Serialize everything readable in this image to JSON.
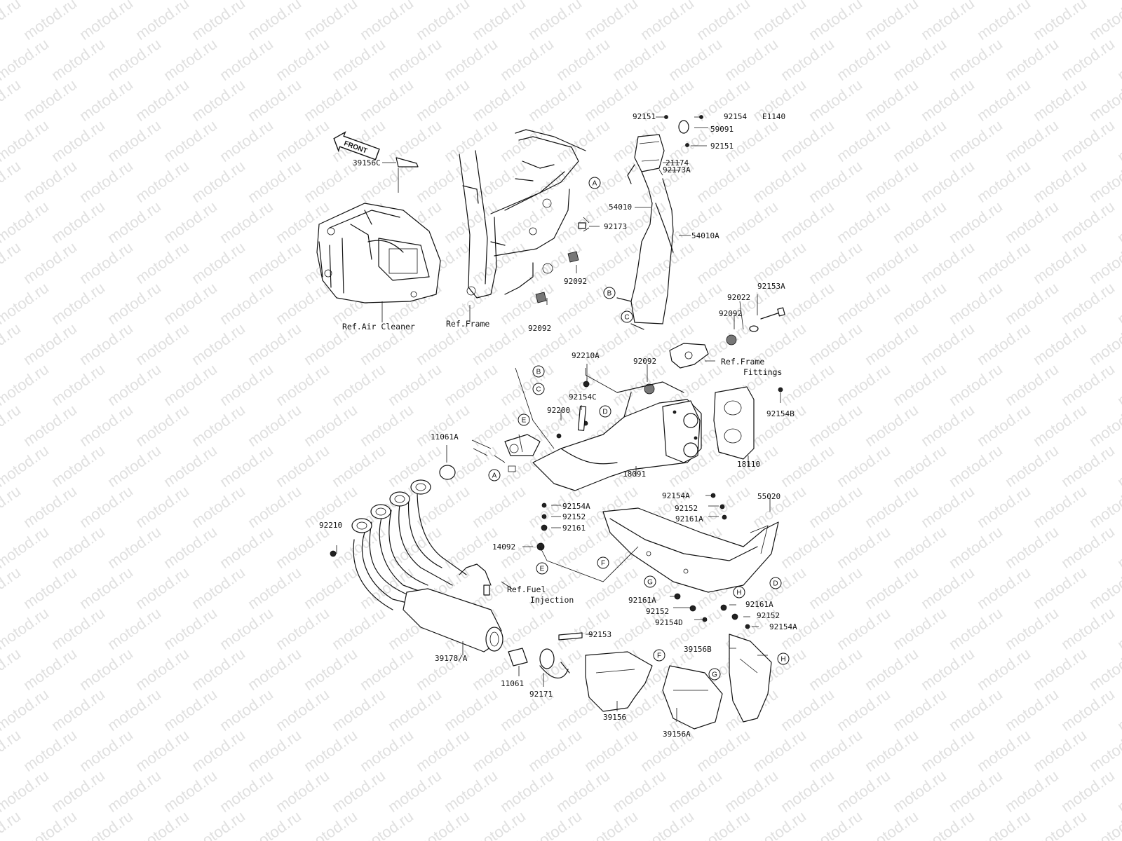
{
  "diagram": {
    "code": "E1140",
    "front_label": "FRONT",
    "watermark": "motod.ru",
    "part_labels": [
      {
        "id": "p92151a",
        "text": "92151"
      },
      {
        "id": "p92154",
        "text": "92154"
      },
      {
        "id": "p59091",
        "text": "59091"
      },
      {
        "id": "p92151b",
        "text": "92151"
      },
      {
        "id": "p21174",
        "text": "21174"
      },
      {
        "id": "p92173A",
        "text": "92173A"
      },
      {
        "id": "p54010",
        "text": "54010"
      },
      {
        "id": "p54010A",
        "text": "54010A"
      },
      {
        "id": "p39156C",
        "text": "39156C"
      },
      {
        "id": "p92173",
        "text": "92173"
      },
      {
        "id": "p92092a",
        "text": "92092"
      },
      {
        "id": "p92092b",
        "text": "92092"
      },
      {
        "id": "p92153A",
        "text": "92153A"
      },
      {
        "id": "p92022",
        "text": "92022"
      },
      {
        "id": "p92092c",
        "text": "92092"
      },
      {
        "id": "p92210A",
        "text": "92210A"
      },
      {
        "id": "p92092d",
        "text": "92092"
      },
      {
        "id": "p92154C",
        "text": "92154C"
      },
      {
        "id": "p92200",
        "text": "92200"
      },
      {
        "id": "p92154B",
        "text": "92154B"
      },
      {
        "id": "p11061A",
        "text": "11061A"
      },
      {
        "id": "p18110",
        "text": "18110"
      },
      {
        "id": "p18091",
        "text": "18091"
      },
      {
        "id": "p92154Aa",
        "text": "92154A"
      },
      {
        "id": "p55020",
        "text": "55020"
      },
      {
        "id": "p92152a",
        "text": "92152"
      },
      {
        "id": "p92161Aa",
        "text": "92161A"
      },
      {
        "id": "p92154Ab",
        "text": "92154A"
      },
      {
        "id": "p92152b",
        "text": "92152"
      },
      {
        "id": "p92161",
        "text": "92161"
      },
      {
        "id": "p92210",
        "text": "92210"
      },
      {
        "id": "p14092",
        "text": "14092"
      },
      {
        "id": "p92161Ab",
        "text": "92161A"
      },
      {
        "id": "p92161Ac",
        "text": "92161A"
      },
      {
        "id": "p92152c",
        "text": "92152"
      },
      {
        "id": "p92152d",
        "text": "92152"
      },
      {
        "id": "p92154D",
        "text": "92154D"
      },
      {
        "id": "p92154Ac",
        "text": "92154A"
      },
      {
        "id": "p92153",
        "text": "92153"
      },
      {
        "id": "p39156B",
        "text": "39156B"
      },
      {
        "id": "p39178A",
        "text": "39178/A"
      },
      {
        "id": "p11061",
        "text": "11061"
      },
      {
        "id": "p92171",
        "text": "92171"
      },
      {
        "id": "p39156",
        "text": "39156"
      },
      {
        "id": "p39156A",
        "text": "39156A"
      }
    ],
    "references": [
      {
        "id": "refAir",
        "text": "Ref.Air Cleaner"
      },
      {
        "id": "refFrame",
        "text": "Ref.Frame"
      },
      {
        "id": "refFrameFit1",
        "text": "Ref.Frame"
      },
      {
        "id": "refFrameFit2",
        "text": "Fittings"
      },
      {
        "id": "refFuel1",
        "text": "Ref.Fuel"
      },
      {
        "id": "refFuel2",
        "text": "Injection"
      }
    ],
    "callouts": [
      "A",
      "A",
      "B",
      "B",
      "C",
      "C",
      "D",
      "D",
      "E",
      "E",
      "F",
      "F",
      "G",
      "G",
      "H",
      "H"
    ]
  }
}
